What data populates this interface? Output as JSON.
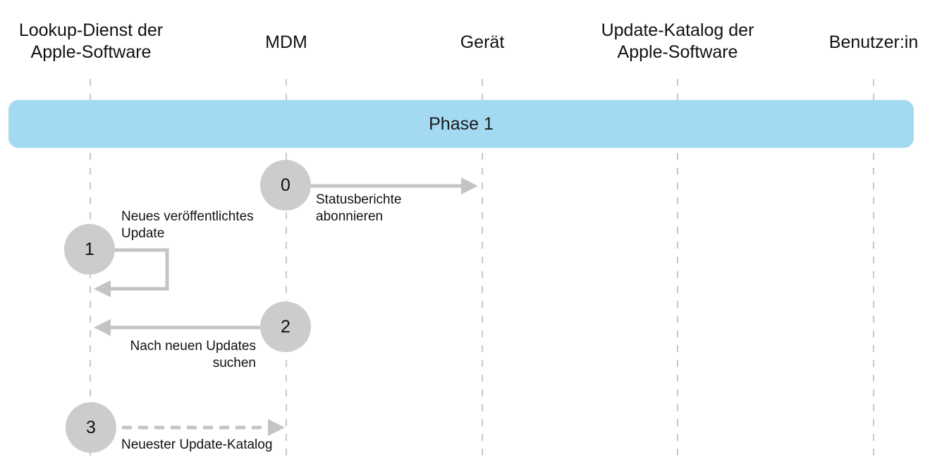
{
  "actors": [
    {
      "id": "lookup",
      "label_line1": "Lookup-Dienst der",
      "label_line2": "Apple-Software"
    },
    {
      "id": "mdm",
      "label_line1": "MDM",
      "label_line2": ""
    },
    {
      "id": "device",
      "label_line1": "Gerät",
      "label_line2": ""
    },
    {
      "id": "catalog",
      "label_line1": "Update-Katalog der",
      "label_line2": "Apple-Software"
    },
    {
      "id": "user",
      "label_line1": "Benutzer:in",
      "label_line2": ""
    }
  ],
  "phase": {
    "label": "Phase 1",
    "color": "#a3d9f1"
  },
  "steps": [
    {
      "number": "0",
      "label_line1": "Statusberichte",
      "label_line2": "abonnieren",
      "from": "mdm",
      "to": "device",
      "style": "solid"
    },
    {
      "number": "1",
      "label_line1": "Neues veröffentlichtes",
      "label_line2": "Update",
      "from": "lookup",
      "to": "lookup",
      "style": "solid"
    },
    {
      "number": "2",
      "label_line1": "Nach neuen Updates",
      "label_line2": "suchen",
      "from": "mdm",
      "to": "lookup",
      "style": "solid"
    },
    {
      "number": "3",
      "label_line1": "Neuester Update-Katalog",
      "label_line2": "",
      "from": "lookup",
      "to": "mdm",
      "style": "dashed"
    }
  ],
  "colors": {
    "arrow": "#c4c4c4",
    "circle": "#cccccc",
    "lifeline": "#b5b5b5"
  }
}
